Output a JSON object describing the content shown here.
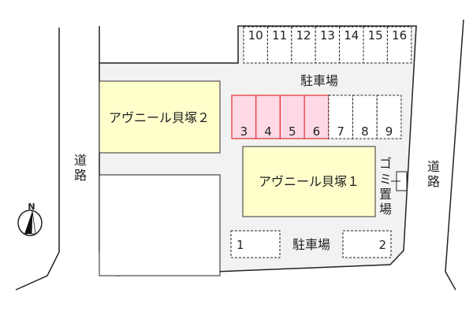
{
  "colors": {
    "lot": "#f2f2f2",
    "building": "#ffffcc",
    "reserved": "#ffd9e6",
    "reserved_border": "#e83030"
  },
  "buildings": {
    "b1": "アヴニール貝塚１",
    "b2": "アヴニール貝塚２"
  },
  "labels": {
    "parking_top": "駐車場",
    "parking_bottom": "駐車場",
    "road_left": [
      "道",
      "路"
    ],
    "road_right": [
      "道",
      "路"
    ],
    "garbage": [
      "ゴ",
      "ミ",
      "置",
      "場"
    ],
    "north": "N"
  },
  "slots": {
    "top_row": [
      "10",
      "11",
      "12",
      "13",
      "14",
      "15",
      "16"
    ],
    "middle_row": [
      {
        "label": "3",
        "reserved": true
      },
      {
        "label": "4",
        "reserved": true
      },
      {
        "label": "5",
        "reserved": true
      },
      {
        "label": "6",
        "reserved": true
      },
      {
        "label": "7",
        "reserved": false
      },
      {
        "label": "8",
        "reserved": false
      },
      {
        "label": "9",
        "reserved": false
      }
    ],
    "bottom": [
      "1",
      "2"
    ]
  }
}
